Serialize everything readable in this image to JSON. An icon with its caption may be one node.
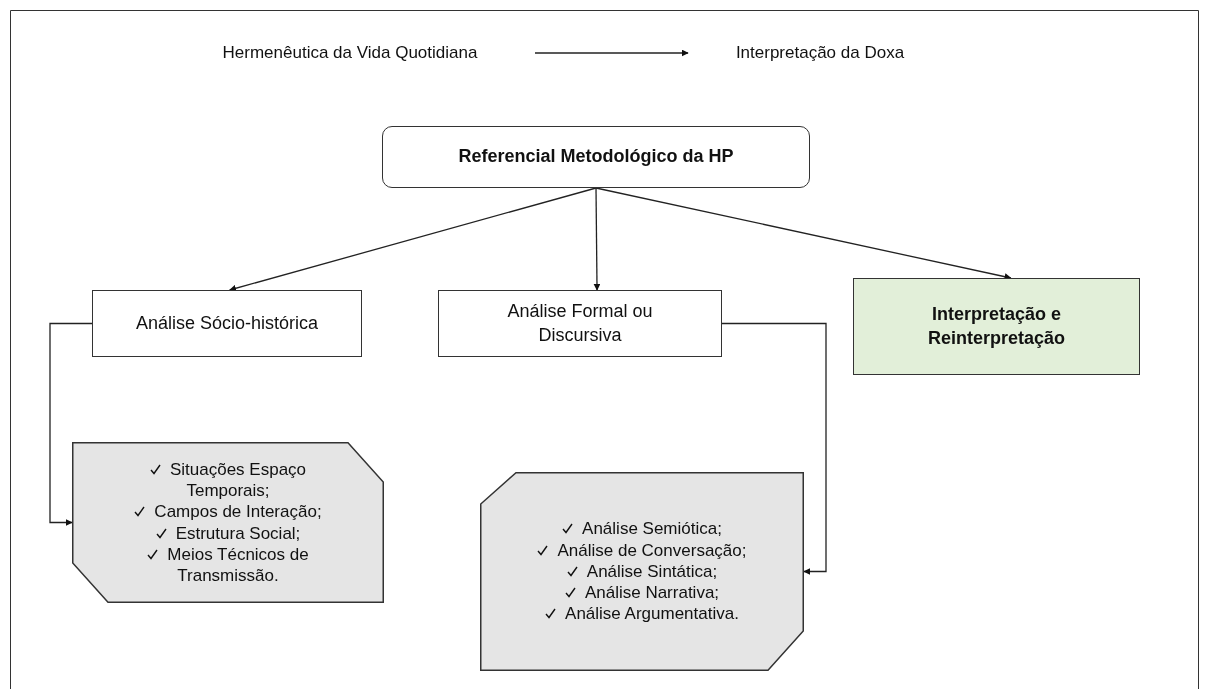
{
  "diagram": {
    "nodes": [
      {
        "text": [
          "Hermenêutica da Vida Quotidiana"
        ]
      },
      {
        "text": [
          "Interpretação da Doxa"
        ]
      },
      {
        "text": [
          "Referencial Metodológico da HP"
        ]
      },
      {
        "text": [
          "Análise Sócio-histórica"
        ]
      },
      {
        "text": [
          "Análise Formal ou Discursiva"
        ]
      },
      {
        "text": [
          "Interpretação e Reinterpretação"
        ]
      },
      {
        "text": [
          "Situações Espaço Temporais;",
          "Campos de Interação;",
          "Estrutura Social;",
          "Meios Técnicos de Transmissão."
        ]
      },
      {
        "text": [
          "Análise Semiótica;",
          "Análise de Conversação;",
          "Análise Sintática;",
          "Análise Narrativa;",
          "Análise Argumentativa."
        ]
      }
    ],
    "edges": [
      {
        "from": 0,
        "to": 1,
        "arrow": "to"
      },
      {
        "from": 2,
        "to": 3,
        "arrow": "to"
      },
      {
        "from": 2,
        "to": 4,
        "arrow": "to"
      },
      {
        "from": 2,
        "to": 5,
        "arrow": "to"
      },
      {
        "from": 3,
        "to": 6,
        "arrow": "to"
      },
      {
        "from": 4,
        "to": 7,
        "arrow": "to"
      }
    ]
  }
}
